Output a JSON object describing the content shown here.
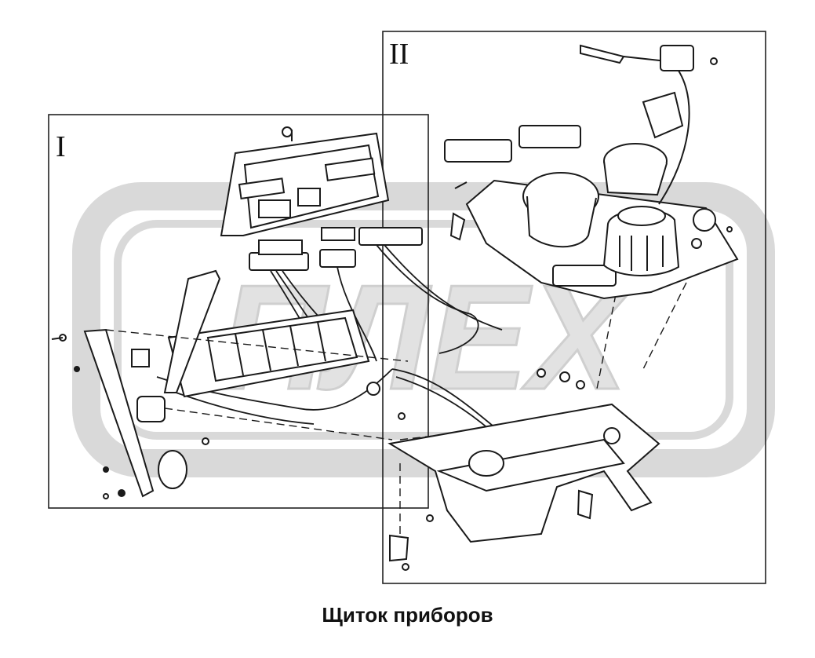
{
  "regions": {
    "left_label": "I",
    "right_label": "II"
  },
  "caption": "Щиток приборов",
  "watermark": {
    "text": "ПЛЕХ",
    "color": "#d6d6d6"
  },
  "colors": {
    "line": "#1a1a1a",
    "background": "#ffffff"
  }
}
